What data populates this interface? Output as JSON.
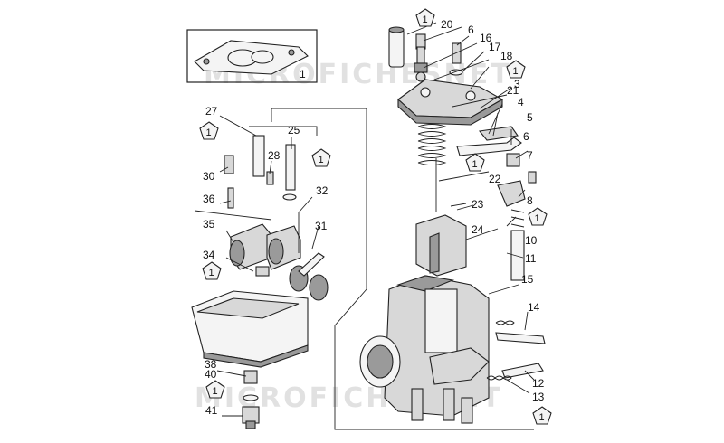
{
  "watermark": {
    "top_text": "MICROFICHESNET",
    "bottom_text": "MICROFICHESNET"
  },
  "part_labels": [
    "1",
    "20",
    "6",
    "16",
    "17",
    "18",
    "1",
    "3",
    "21",
    "4",
    "5",
    "6",
    "7",
    "22",
    "8",
    "23",
    "1",
    "10",
    "24",
    "11",
    "15",
    "14",
    "12",
    "13",
    "1",
    "27",
    "25",
    "1",
    "28",
    "30",
    "1",
    "36",
    "32",
    "35",
    "31",
    "34",
    "1",
    "38",
    "40",
    "1",
    "41",
    "1",
    "1"
  ],
  "ref_symbol": "1",
  "colors": {
    "line": "#222222",
    "part_fill": "#d8d8d8",
    "part_dark": "#9a9a9a",
    "background": "#ffffff"
  }
}
